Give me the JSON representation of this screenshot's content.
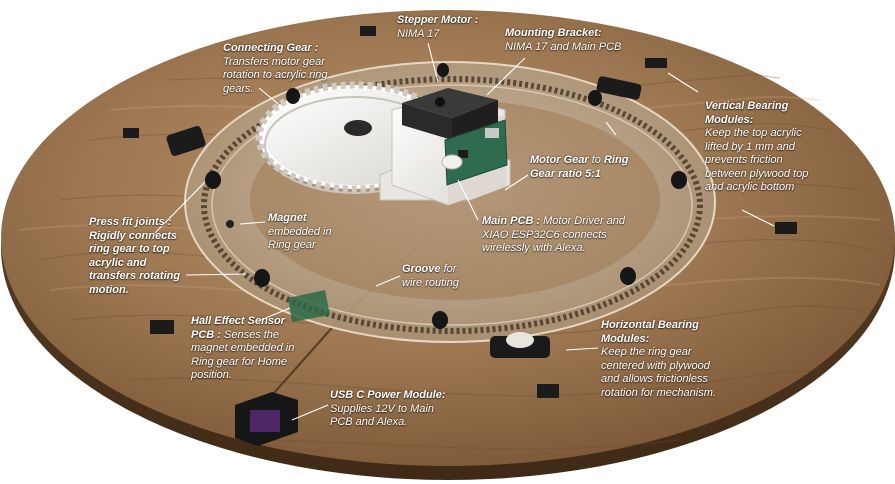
{
  "labels": {
    "stepper_motor": {
      "title": "Stepper Motor :",
      "desc": "NIMA 17"
    },
    "mounting_bracket": {
      "title": "Mounting Bracket:",
      "desc": "NIMA 17 and  Main PCB"
    },
    "connecting_gear": {
      "title": "Connecting Gear :",
      "desc": "Transfers motor gear rotation to acrylic ring gears."
    },
    "vertical_bearing": {
      "title": "Vertical Bearing Modules:",
      "desc": "Keep the top acrylic lifted by 1 mm and prevents friction between plywood top and acrylic bottom"
    },
    "motor_gear": {
      "title": "Motor Gear",
      "mid": " to ",
      "title2": "Ring Gear",
      "desc": " ratio  5:1"
    },
    "main_pcb": {
      "title": "Main PCB :",
      "desc": " Motor Driver and XIAO ESP32C6 connects wirelessly with Alexa."
    },
    "press_fit": {
      "title": "Press fit joints :",
      "desc": "Rigidly connects ring gear to top acrylic and transfers rotating motion."
    },
    "magnet": {
      "title": "Magnet",
      "desc": "embedded in Ring gear"
    },
    "groove": {
      "title": "Groove",
      "desc": " for wire routing"
    },
    "hall_sensor": {
      "title": "Hall Effect Sensor PCB :",
      "desc": " Senses the magnet  embedded in Ring gear for Home position."
    },
    "horizontal_bearing": {
      "title": "Horizontal Bearing Modules:",
      "desc": "Keep the ring gear centered with plywood and allows frictionless rotation for mechanism."
    },
    "usb_power": {
      "title": "USB C Power Module:",
      "desc": "Supplies 12V to Main PCB and Alexa."
    }
  },
  "colors": {
    "wood_light": "#b28b63",
    "wood_dark": "#6f4d2f",
    "wood_edge": "#5a3d24",
    "acrylic": "#c7b49b",
    "gear_white": "#f1efeb",
    "motor_dark": "#2b2b2b",
    "pcb_green": "#2f6b4f",
    "leader": "#ffffff"
  }
}
